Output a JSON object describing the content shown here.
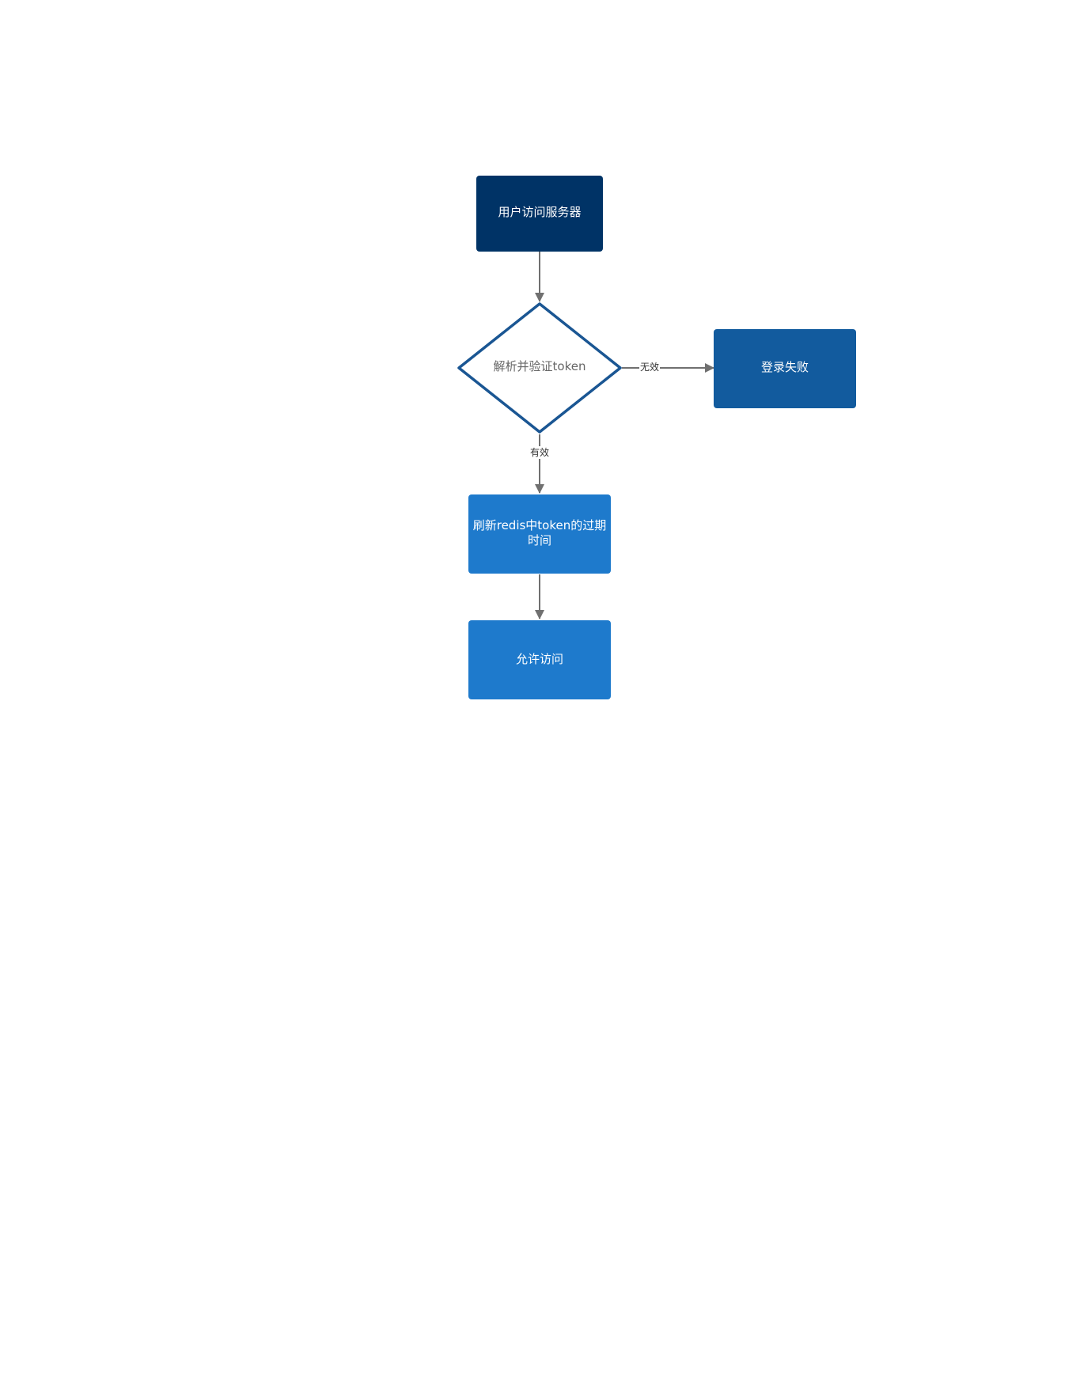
{
  "diagram": {
    "nodes": {
      "start": {
        "label": "用户访问服务器",
        "fill": "#003366",
        "text_color": "#ffffff"
      },
      "decision": {
        "label": "解析并验证token",
        "fill": "#ffffff",
        "stroke": "#1a5693",
        "text_color": "#666666"
      },
      "fail": {
        "label": "登录失败",
        "fill": "#125b9e",
        "text_color": "#ffffff"
      },
      "refresh": {
        "label_line1": "刷新redis中token的过期",
        "label_line2": "时间",
        "fill": "#1e7acc",
        "text_color": "#ffffff"
      },
      "allow": {
        "label": "允许访问",
        "fill": "#1e7acc",
        "text_color": "#ffffff"
      }
    },
    "edges": {
      "invalid_label": "无效",
      "valid_label": "有效",
      "line_color": "#707070"
    }
  }
}
